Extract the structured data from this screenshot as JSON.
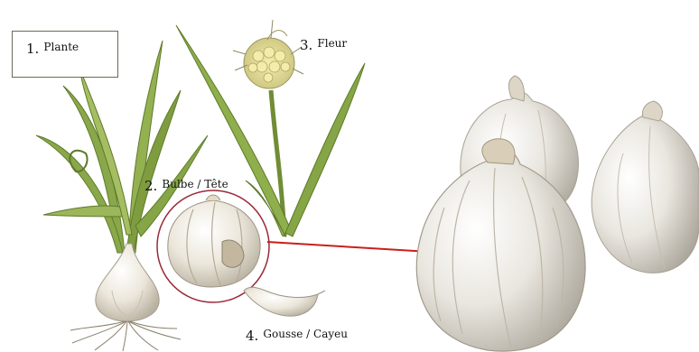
{
  "labels": {
    "plante": {
      "num": "1.",
      "text": "Plante"
    },
    "fleur": {
      "num": "3.",
      "text": "Fleur"
    },
    "bulbe": {
      "num": "2.",
      "text": "Bulbe / Tête"
    },
    "gousse": {
      "num": "4.",
      "text": "Gousse / Cayeu"
    }
  },
  "colors": {
    "arrow": "#c8201c",
    "circle": "#9a2a3a",
    "leaf": "#7a9a3c",
    "bulb": "#e8e2d4"
  }
}
